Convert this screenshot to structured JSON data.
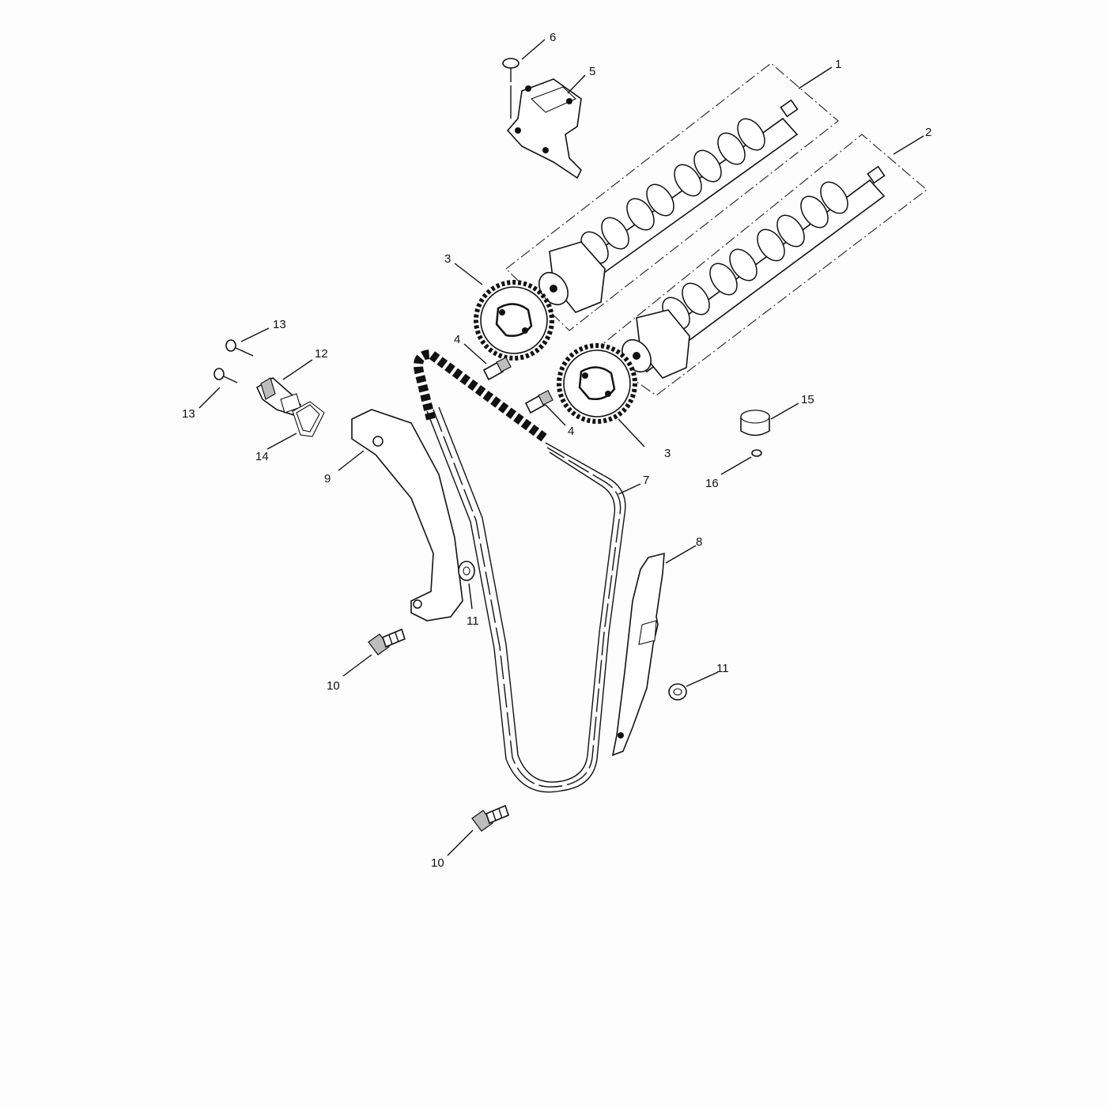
{
  "callouts": {
    "c1": "1",
    "c2": "2",
    "c3a": "3",
    "c3b": "3",
    "c4a": "4",
    "c4b": "4",
    "c5": "5",
    "c6": "6",
    "c7": "7",
    "c8": "8",
    "c9": "9",
    "c10a": "10",
    "c10b": "10",
    "c11a": "11",
    "c11b": "11",
    "c12": "12",
    "c13a": "13",
    "c13b": "13",
    "c14": "14",
    "c15": "15",
    "c16": "16"
  },
  "parts": [
    "camshaft-intake-icon",
    "camshaft-exhaust-icon",
    "camshaft-sprocket-icon",
    "sprocket-bolt-icon",
    "camshaft-bearing-cap-icon",
    "bearing-cap-screw-icon",
    "cam-chain-icon",
    "chain-guide-rail-icon",
    "chain-tensioner-blade-icon",
    "pivot-bolt-icon",
    "washer-icon",
    "tensioner-assembly-icon",
    "tensioner-screw-icon",
    "tensioner-gasket-icon",
    "bucket-tappet-icon",
    "shim-icon"
  ]
}
